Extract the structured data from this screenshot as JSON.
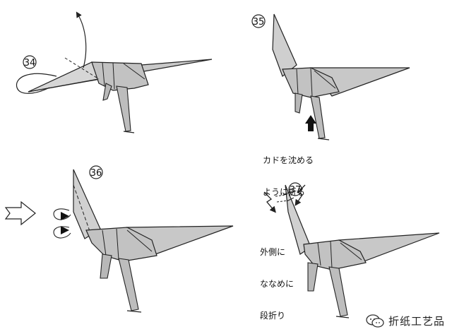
{
  "steps": [
    {
      "number": "34",
      "note": ""
    },
    {
      "number": "35",
      "note_lines": [
        "カドを沈める",
        "ように折る"
      ]
    },
    {
      "number": "36",
      "note": ""
    },
    {
      "number": "37",
      "note_lines": [
        "外側に",
        "ななめに",
        "段折り"
      ]
    }
  ],
  "watermark": {
    "text": "折纸工艺品",
    "icon": "wechat-logo-icon"
  },
  "colors": {
    "paper": "#c8c8c8",
    "paper_dark": "#a8a8a8",
    "line": "#222222"
  }
}
